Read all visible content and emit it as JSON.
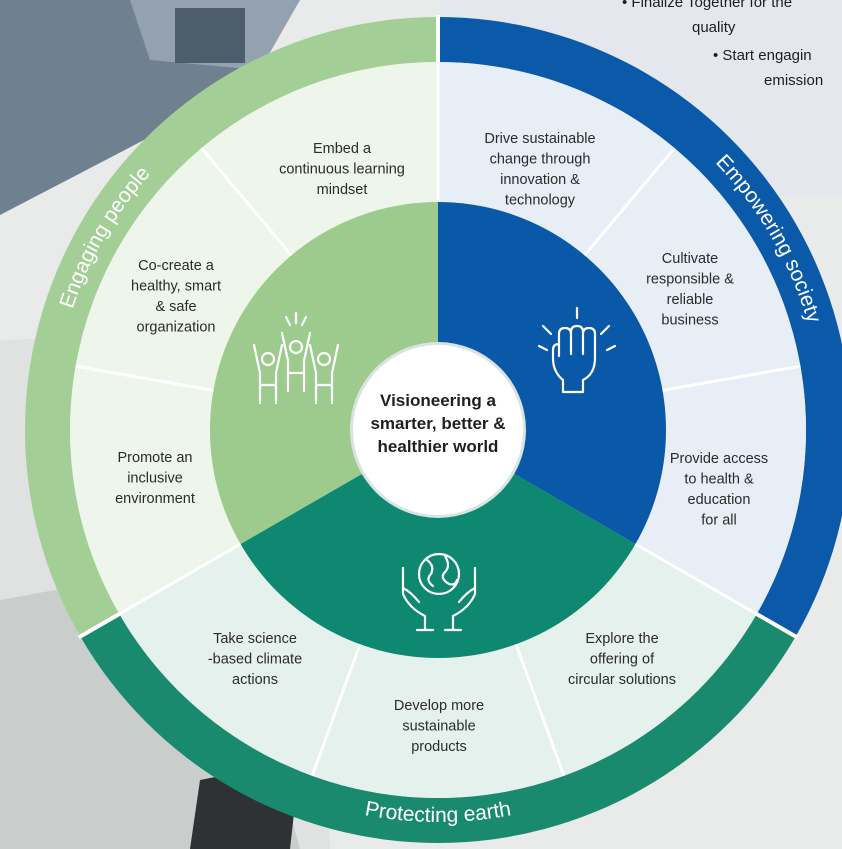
{
  "background_notes": {
    "line1": "• Finalize Together for the",
    "line2": "quality",
    "line3": "• Start   engagin",
    "line4": "emission"
  },
  "center": {
    "lines": [
      "Visioneering a",
      "smarter, better &",
      "healthier world"
    ]
  },
  "pillars": {
    "engaging": {
      "label": "Engaging people",
      "color": "#a3cf96",
      "inner_color": "#9dcb8d"
    },
    "empowering": {
      "label": "Empowering society",
      "color": "#0b5aaa",
      "inner_color": "#0a58a8"
    },
    "protecting": {
      "label": "Protecting earth",
      "color": "#1a8a6f",
      "inner_color": "#0e8870"
    }
  },
  "segments": {
    "embed": [
      "Embed a",
      "continuous learning",
      "mindset"
    ],
    "cocreate": [
      "Co-create a",
      "healthy, smart",
      "& safe",
      "organization"
    ],
    "inclusive": [
      "Promote an",
      "inclusive",
      "environment"
    ],
    "drive": [
      "Drive sustainable",
      "change through",
      "innovation &",
      "technology"
    ],
    "cultivate": [
      "Cultivate",
      "responsible &",
      "reliable",
      "business"
    ],
    "access": [
      "Provide access",
      "to health &",
      "education",
      "for all"
    ],
    "climate": [
      "Take science",
      "-based climate",
      "actions"
    ],
    "products": [
      "Develop more",
      "sustainable",
      "products"
    ],
    "circular": [
      "Explore the",
      "offering of",
      "circular solutions"
    ]
  },
  "icons": {
    "people": "people-celebrating-icon",
    "fist": "raised-fist-icon",
    "earth": "globe-in-hands-icon"
  }
}
